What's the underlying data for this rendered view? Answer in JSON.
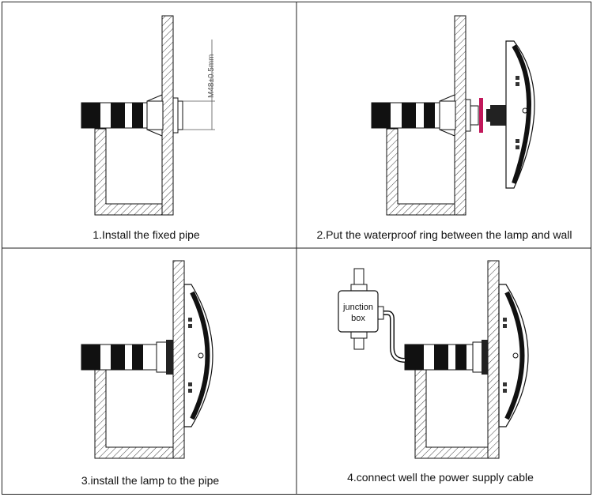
{
  "panels": [
    {
      "caption": "1.Install the fixed pipe",
      "dimension": "M48±0.5mm"
    },
    {
      "caption": "2.Put the waterproof ring between the lamp and wall"
    },
    {
      "caption": "3.install the lamp to the pipe"
    },
    {
      "caption": "4.connect well the power supply cable",
      "junction_line1": "junction",
      "junction_line2": "box"
    }
  ],
  "colors": {
    "line": "#111111",
    "ring": "#c2185b",
    "hatch": "#333333",
    "frame": "#222222"
  }
}
